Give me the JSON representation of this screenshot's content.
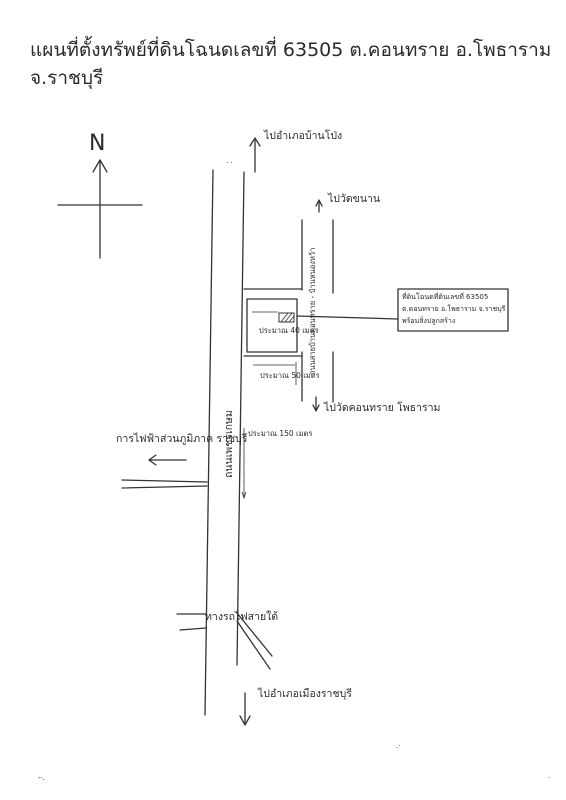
{
  "title": {
    "line1": "แผนที่ตั้งทรัพย์ที่ดินโฉนดเลขที่ 63505 ต.คอนทราย อ.โพธาราม",
    "line2": "จ.ราชบุรี"
  },
  "north_arrow": {
    "label": "N"
  },
  "directions": {
    "north_road": "ไปอำเภอบ้านโป่ง",
    "northeast": "ไปวัดขนาน",
    "southeast": "ไปวัดคอนทราย โพธาราม",
    "west": "การไฟฟ้าส่วนภูมิภาค ราชบุรี",
    "south": "ไปอำเภอเมืองราชบุรี"
  },
  "roads": {
    "main_road": "ถนนเพชรเกษม",
    "side_road": "ถนนสายบ้านดอนทราย - บ้านหนองหว้า"
  },
  "distances": {
    "plot_distance": "ประมาณ 40 เมตร",
    "to_plot": "ประมาณ 50 เมตร",
    "along_main": "ประมาณ 150 เมตร"
  },
  "landmarks": {
    "railway": "ทางรถไฟสายใต้"
  },
  "legend_box": {
    "line1": "ที่ดินโฉนดที่ดินเลขที่ 63505",
    "line2": "ต.ดอนทราย อ.โพธาราม จ.ราชบุรี",
    "line3": "พร้อมสิ่งปลูกสร้าง"
  }
}
